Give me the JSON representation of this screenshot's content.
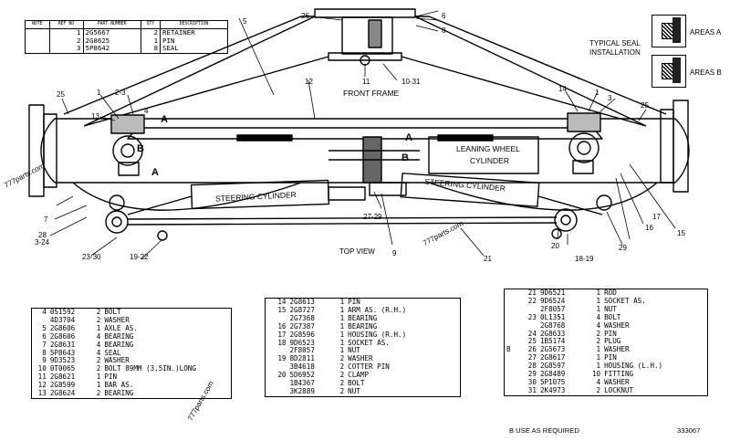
{
  "header_table": {
    "columns": [
      "NOTE",
      "REF NO",
      "PART NUMBER",
      "QTY",
      "DESCRIPTION"
    ],
    "rows": [
      {
        "note": "",
        "ref": "1",
        "part": "2G5667",
        "qty": "2",
        "desc": "RETAINER"
      },
      {
        "note": "",
        "ref": "2",
        "part": "2G8625",
        "qty": "1",
        "desc": "PIN"
      },
      {
        "note": "",
        "ref": "3",
        "part": "5P8642",
        "qty": "8",
        "desc": "SEAL"
      }
    ]
  },
  "diagram": {
    "labels": {
      "front_frame": "FRONT FRAME",
      "leaning_cylinder": "LEANING WHEEL\nCYLINDER",
      "steering_left": "STEERING CYLINDER",
      "steering_right": "STEERING CYLINDER",
      "top_view": "TOP VIEW",
      "typical_seal": "TYPICAL SEAL\nINSTALLATION",
      "areas_a": "AREAS A",
      "areas_b": "AREAS B",
      "area_a1": "A",
      "area_a2": "A",
      "area_a3": "A",
      "area_b1": "B",
      "area_b2": "B"
    },
    "callouts": [
      "5",
      "26",
      "6",
      "8",
      "11",
      "10-31",
      "12",
      "25",
      "1",
      "2-3",
      "13",
      "4",
      "7",
      "28",
      "3-24",
      "23-30",
      "19-22",
      "27-29",
      "9",
      "21",
      "14",
      "1",
      "3",
      "25",
      "15",
      "16",
      "17",
      "29",
      "20",
      "18-19"
    ]
  },
  "parts_left": [
    {
      "ref": "4",
      "part": "0S1592",
      "qty": "2",
      "desc": "BOLT"
    },
    {
      "ref": "",
      "part": "4D3704",
      "qty": "2",
      "desc": "WASHER"
    },
    {
      "ref": "5",
      "part": "2G8606",
      "qty": "1",
      "desc": "AXLE AS."
    },
    {
      "ref": "6",
      "part": "2G8606",
      "qty": "4",
      "desc": "BEARING"
    },
    {
      "ref": "7",
      "part": "2G8631",
      "qty": "4",
      "desc": "BEARING"
    },
    {
      "ref": "8",
      "part": "5P8643",
      "qty": "4",
      "desc": "SEAL"
    },
    {
      "ref": "9",
      "part": "9D3523",
      "qty": "2",
      "desc": "WASHER"
    },
    {
      "ref": "10",
      "part": "0T0065",
      "qty": "2",
      "desc": "BOLT 89MM (3.5IN.)LONG"
    },
    {
      "ref": "11",
      "part": "2G8621",
      "qty": "1",
      "desc": "PIN"
    },
    {
      "ref": "12",
      "part": "2G8599",
      "qty": "1",
      "desc": "BAR AS."
    },
    {
      "ref": "13",
      "part": "2G8624",
      "qty": "2",
      "desc": "BEARING"
    }
  ],
  "parts_mid": [
    {
      "ref": "14",
      "part": "2G8613",
      "qty": "1",
      "desc": "PIN"
    },
    {
      "ref": "15",
      "part": "2G8727",
      "qty": "1",
      "desc": "ARM AS. (R.H.)"
    },
    {
      "ref": "",
      "part": "2G7368",
      "qty": "1",
      "desc": "  BEARING"
    },
    {
      "ref": "16",
      "part": "2G7387",
      "qty": "1",
      "desc": "  BEARING"
    },
    {
      "ref": "17",
      "part": "2G8596",
      "qty": "1",
      "desc": "HOUSING (R.H.)"
    },
    {
      "ref": "18",
      "part": "9D6523",
      "qty": "1",
      "desc": "SOCKET AS."
    },
    {
      "ref": "",
      "part": "2F8057",
      "qty": "1",
      "desc": "  NUT"
    },
    {
      "ref": "19",
      "part": "8D2811",
      "qty": "2",
      "desc": "WASHER"
    },
    {
      "ref": "",
      "part": "3B4618",
      "qty": "2",
      "desc": "COTTER PIN"
    },
    {
      "ref": "20",
      "part": "5D6952",
      "qty": "2",
      "desc": "CLAMP"
    },
    {
      "ref": "",
      "part": "1B4367",
      "qty": "2",
      "desc": "BOLT"
    },
    {
      "ref": "",
      "part": "3K2889",
      "qty": "2",
      "desc": "NUT"
    }
  ],
  "parts_right": [
    {
      "note": "",
      "ref": "21",
      "part": "9D6521",
      "qty": "1",
      "desc": "ROD"
    },
    {
      "note": "",
      "ref": "22",
      "part": "9D6524",
      "qty": "1",
      "desc": "SOCKET AS."
    },
    {
      "note": "",
      "ref": "",
      "part": "2F8057",
      "qty": "1",
      "desc": "  NUT"
    },
    {
      "note": "",
      "ref": "23",
      "part": "0L1351",
      "qty": "4",
      "desc": "BOLT"
    },
    {
      "note": "",
      "ref": "",
      "part": "2G8768",
      "qty": "4",
      "desc": "WASHER"
    },
    {
      "note": "",
      "ref": "24",
      "part": "2G8633",
      "qty": "2",
      "desc": "PIN"
    },
    {
      "note": "",
      "ref": "25",
      "part": "1B5174",
      "qty": "2",
      "desc": "PLUG"
    },
    {
      "note": "B",
      "ref": "26",
      "part": "2G5673",
      "qty": "1",
      "desc": "WASHER"
    },
    {
      "note": "",
      "ref": "27",
      "part": "2G8617",
      "qty": "1",
      "desc": "PIN"
    },
    {
      "note": "",
      "ref": "28",
      "part": "2G8597",
      "qty": "1",
      "desc": "HOUSING (L.H.)"
    },
    {
      "note": "",
      "ref": "29",
      "part": "2G8489",
      "qty": "10",
      "desc": "FITTING"
    },
    {
      "note": "",
      "ref": "30",
      "part": "5P1075",
      "qty": "4",
      "desc": "WASHER"
    },
    {
      "note": "",
      "ref": "31",
      "part": "2K4973",
      "qty": "2",
      "desc": "LOCKNUT"
    }
  ],
  "footnote": "B  USE AS REQUIRED",
  "figure_number": "333067",
  "watermarks": [
    "777parts.com",
    "777parts.com",
    "777parts.com"
  ]
}
